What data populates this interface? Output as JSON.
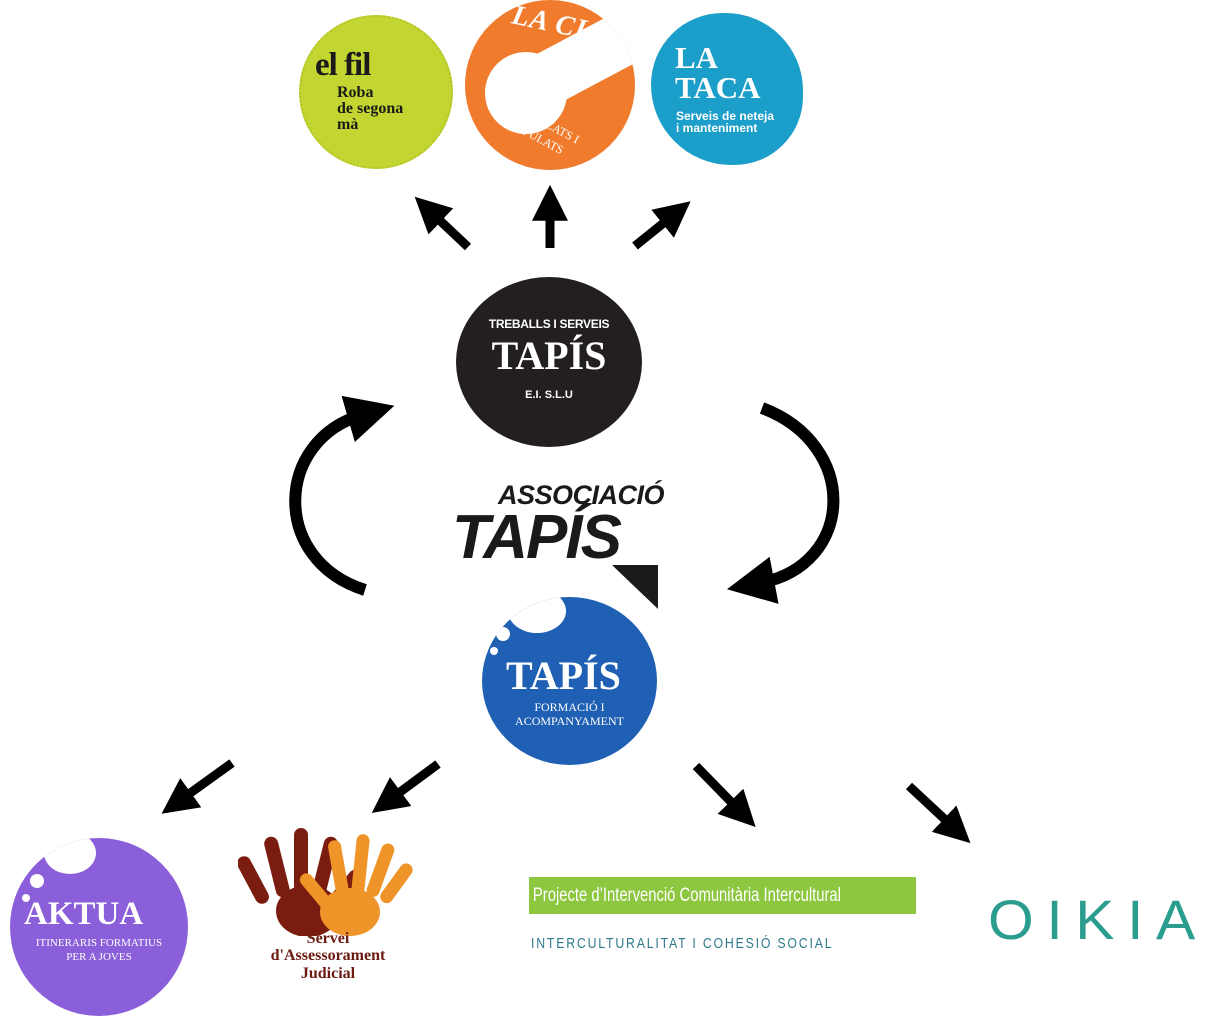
{
  "top_orgs": {
    "el_fil": {
      "name": "el fil",
      "tagline": [
        "Roba",
        "de segona",
        "mà"
      ]
    },
    "la_clau": {
      "name": "LA CLAU",
      "tagline": [
        "MECANITZATS I",
        "MANIPULATS"
      ]
    },
    "la_taca": {
      "name": [
        "LA",
        "TACA"
      ],
      "tagline": [
        "Serveis de neteja",
        "i manteniment"
      ]
    }
  },
  "hub_treballs": {
    "top": "TREBALLS I SERVEIS",
    "name": "TAPÍS",
    "bottom": "E.I. S.L.U"
  },
  "associacio": {
    "line1": "ASSOCIACIÓ",
    "line2": "TAPÍS"
  },
  "hub_formacio": {
    "name": "TAPÍS",
    "tagline": [
      "FORMACIÓ I",
      "ACOMPANYAMENT"
    ]
  },
  "bottom_orgs": {
    "aktua": {
      "name": "AKTUA",
      "tagline": [
        "ITINERARIS FORMATIUS",
        "PER A JOVES"
      ]
    },
    "servei": {
      "lines": [
        "Servei",
        "d'Assessorament",
        "Judicial"
      ]
    },
    "projecte": {
      "title": "Projecte d’Intervenció Comunitària Intercultural",
      "subtitle": "INTERCULTURALITAT I COHESIÓ SOCIAL"
    },
    "oikia": {
      "name": "OIKIA"
    }
  },
  "colors": {
    "el_fil": "#c3d531",
    "la_clau": "#f07b2c",
    "la_taca": "#1b9ec9",
    "treballs": "#231f20",
    "formacio": "#1f5fb4",
    "aktua": "#8a5fd9",
    "servei_text": "#6b1a10",
    "projecte_bar": "#8dc63f",
    "oikia": "#2a9d8f",
    "arrow": "#000000"
  }
}
